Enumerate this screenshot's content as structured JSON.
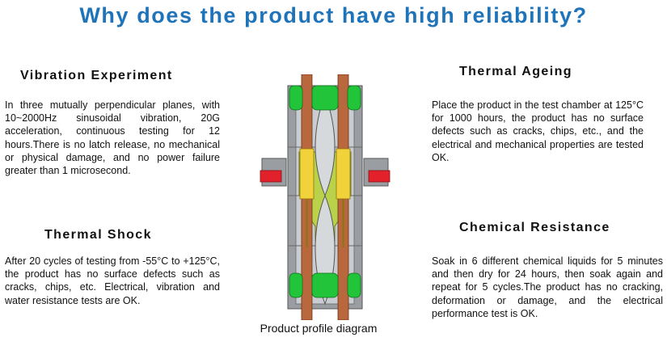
{
  "page_title": "Why does the product have high reliability?",
  "colors": {
    "title": "#1f73b8",
    "housing_gray": "#9a9ea3",
    "seal_green": "#22c53a",
    "insulator_green": "#b9d24a",
    "contact_copper": "#b9673c",
    "contact_gold": "#f2d23a",
    "seal_red": "#e3212a"
  },
  "sections": {
    "vibration": {
      "title": "Vibration Experiment",
      "body": "In three mutually perpendicular planes, with 10~2000Hz sinusoidal vibration, 20G acceleration, continuous testing for 12 hours.There is no latch release, no mechanical or physical damage, and no power failure greater than 1 microsecond."
    },
    "thermal_shock": {
      "title": "Thermal Shock",
      "body": "After 20 cycles of testing from -55°C to +125°C, the product has no surface defects such as cracks, chips, etc. Electrical, vibration and water resistance tests are OK."
    },
    "thermal_ageing": {
      "title": "Thermal Ageing",
      "body": "Place the product in the test chamber at 125°C for 1000 hours, the product has no surface defects such as cracks, chips, etc., and the electrical and mechanical properties are tested OK."
    },
    "chemical": {
      "title": "Chemical Resistance",
      "body": "Soak in 6 different chemical liquids for 5 minutes and then dry for 24 hours, then soak again and repeat for 5 cycles.The product has no cracking, deformation or damage, and the electrical performance test is OK."
    }
  },
  "diagram": {
    "caption": "Product profile diagram"
  }
}
